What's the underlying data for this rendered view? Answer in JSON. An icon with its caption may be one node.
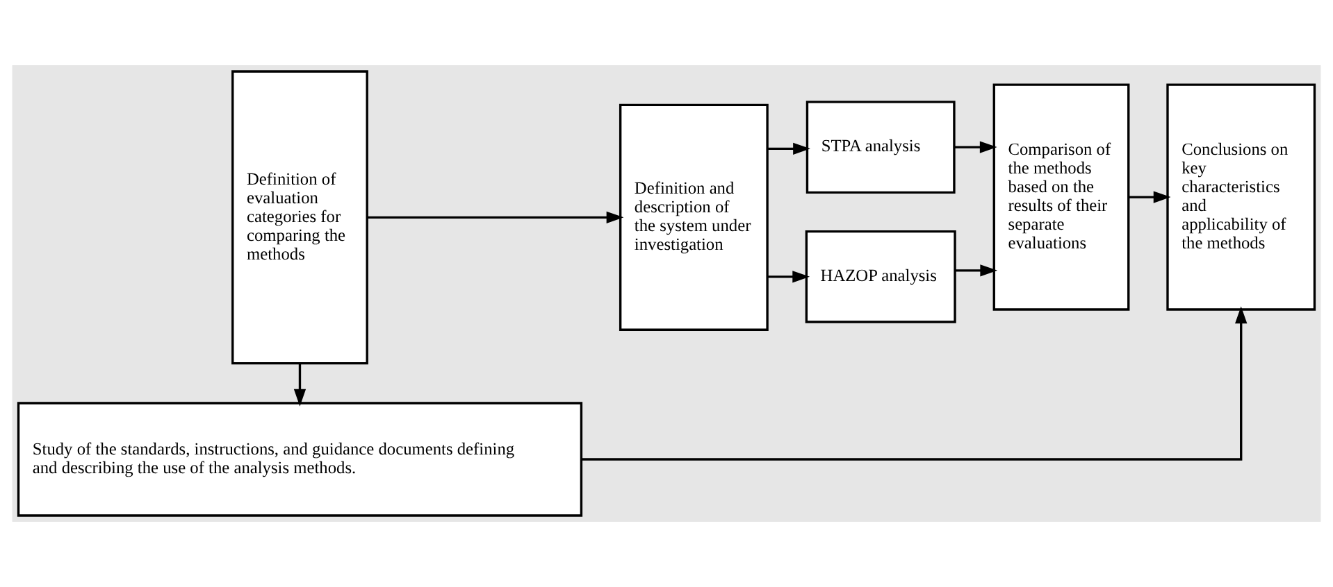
{
  "diagram": {
    "nodes": [
      {
        "text": [
          "Definition of evaluation categories for comparing the methods"
        ]
      },
      {
        "text": [
          "Definition and description of the system under investigation"
        ]
      },
      {
        "text": [
          "STPA analysis"
        ]
      },
      {
        "text": [
          "HAZOP analysis"
        ]
      },
      {
        "text": [
          "Comparison of the methods based on the results of their separate evaluations"
        ]
      },
      {
        "text": [
          "Conclusions on key characteristics and applicability of the methods"
        ]
      },
      {
        "text": [
          "Study of the standards, instructions, and guidance documents defining and describing the use of the analysis methods."
        ]
      }
    ],
    "edges": [
      {
        "from": 0,
        "to": 1,
        "arrow": "to"
      },
      {
        "from": 1,
        "to": 2,
        "arrow": "to"
      },
      {
        "from": 1,
        "to": 3,
        "arrow": "to"
      },
      {
        "from": 2,
        "to": 4,
        "arrow": "to"
      },
      {
        "from": 3,
        "to": 4,
        "arrow": "to"
      },
      {
        "from": 4,
        "to": 5,
        "arrow": "to"
      },
      {
        "from": 0,
        "to": 6,
        "arrow": "to"
      },
      {
        "from": 6,
        "to": 5,
        "arrow": "to"
      }
    ]
  }
}
